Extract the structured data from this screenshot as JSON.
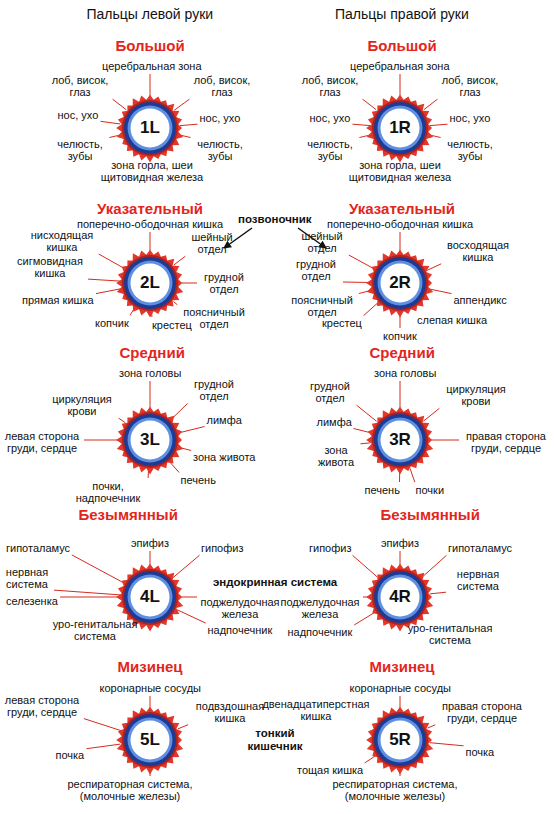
{
  "diagram": {
    "nodes": [
      {
        "text": [
          "Большой",
          "1L"
        ]
      },
      {
        "text": [
          "Большой",
          "1R"
        ]
      },
      {
        "text": [
          "Указательный",
          "2L"
        ]
      },
      {
        "text": [
          "Указательный",
          "2R"
        ]
      },
      {
        "text": [
          "Средний",
          "3L"
        ]
      },
      {
        "text": [
          "Средний",
          "3R"
        ]
      },
      {
        "text": [
          "Безымянный",
          "4L"
        ]
      },
      {
        "text": [
          "Безымянный",
          "4R"
        ]
      },
      {
        "text": [
          "Мизинец",
          "5L"
        ]
      },
      {
        "text": [
          "Мизинец",
          "5R"
        ]
      }
    ],
    "labels": [
      "Пальцы левой руки",
      "Пальцы правой руки",
      "церебральная зона",
      "лоб, висок, глаз",
      "лоб, висок, глаз",
      "нос, ухо",
      "нос, ухо",
      "челюсть, зубы",
      "челюсть, зубы",
      "зона горла, шеи щитовидная железа",
      "церебральная зона",
      "лоб, висок, глаз",
      "лоб, висок, глаз",
      "нос, ухо",
      "нос, ухо",
      "челюсть, зубы",
      "челюсть, зубы",
      "зона горла, шеи щитовидная железа",
      "поперечно-ободочная кишка",
      "нисходящая кишка",
      "шейный отдел",
      "сигмовидная кишка",
      "грудной отдел",
      "прямая кишка",
      "поясничный отдел",
      "копчик",
      "крестец",
      "позвоночник",
      "поперечно-ободочная кишка",
      "шейный отдел",
      "восходящая кишка",
      "грудной отдел",
      "аппендикс",
      "поясничный отдел",
      "крестец",
      "слепая кишка",
      "копчик",
      "зона головы",
      "грудной отдел",
      "циркуляция крови",
      "лимфа",
      "левая сторона груди, сердце",
      "зона живота",
      "почки, надпочечник",
      "печень",
      "зона головы",
      "грудной отдел",
      "циркуляция крови",
      "лимфа",
      "правая сторона груди, сердце",
      "зона живота",
      "печень",
      "почки",
      "эпифиз",
      "гипоталамус",
      "гипофиз",
      "нервная система",
      "селезенка",
      "поджелудочная железа",
      "надпочечник",
      "уро-генитальная система",
      "эндокринная система",
      "эпифиз",
      "гипофиз",
      "гипоталамус",
      "нервная система",
      "поджелудочная железа",
      "надпочечник",
      "уро-генитальная система",
      "коронарные сосуды",
      "левая сторона груди, сердце",
      "подвздошная кишка",
      "почка",
      "респираторная система, (молочные железы)",
      "тонкий кишечник",
      "коронарные сосуды",
      "двенадцатиперстная кишка",
      "правая сторона груди, сердце",
      "почка",
      "тощая кишка",
      "респираторная система, (молочные железы)"
    ]
  }
}
